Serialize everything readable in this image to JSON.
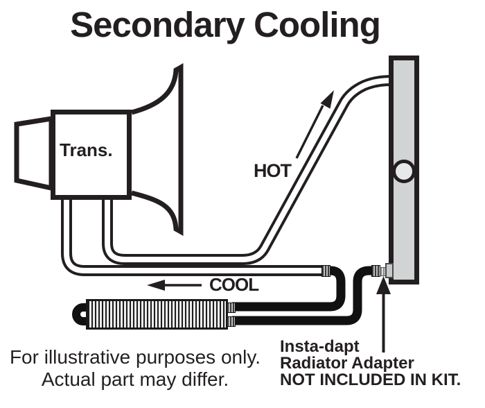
{
  "title": "Secondary Cooling",
  "diagram": {
    "transmission_label": "Trans.",
    "hot_flow_label": "HOT",
    "cool_flow_label": "COOL"
  },
  "colors": {
    "line_black": "#231f20",
    "radiator_fill": "#d1d3d4",
    "radiator_cap_fill": "#e7e8e9",
    "cooler_fin_dark": "#1c1c1c",
    "background": "#ffffff"
  },
  "footnote": {
    "line1": "For illustrative purposes only.",
    "line2": "Actual part may differ."
  },
  "adapter_callout": {
    "line1": "Insta-dapt",
    "line2": "Radiator Adapter",
    "line3": "NOT INCLUDED IN KIT."
  }
}
